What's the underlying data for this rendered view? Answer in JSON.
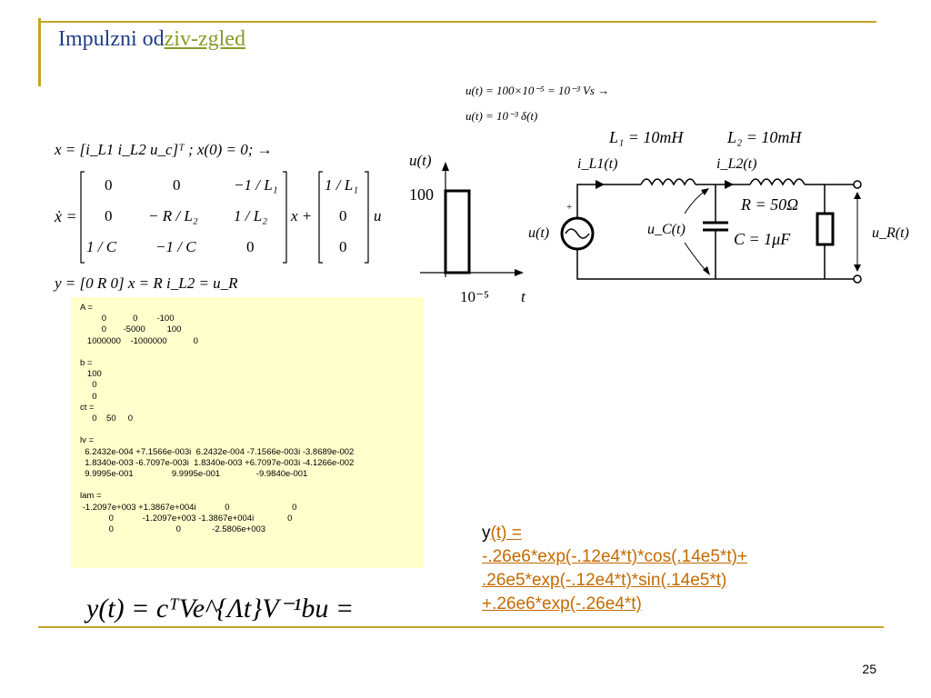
{
  "slide": {
    "title_plain": "Impulzni od",
    "title_link": "ziv-zgled",
    "page_number": "25"
  },
  "equations": {
    "top_line1": "u(t) = 100×10⁻⁵ = 10⁻³ Vs →",
    "top_line2": "u(t) = 10⁻³ δ(t)",
    "state_vector": "x = [i_L1   i_L2   u_c]ᵀ ; x(0) = 0;   →",
    "xdot_label": "ẋ =",
    "output_eq": "y = [0   R   0] x = R i_L2 = u_R",
    "final_eq": "y(t) = cᵀVe^{Λt}V⁻¹bu ="
  },
  "matrix_A": [
    [
      "0",
      "0",
      "−1 / L₁"
    ],
    [
      "0",
      "− R / L₂",
      "1 / L₂"
    ],
    [
      "1 / C",
      "−1 / C",
      "0"
    ]
  ],
  "vector_b": [
    "1 / L₁",
    "0",
    "0"
  ],
  "pulse_plot": {
    "ylabel": "u(t)",
    "amplitude": "100",
    "duration": "10⁻⁵",
    "xlabel": "t"
  },
  "circuit": {
    "L1": "L₁ = 10mH",
    "L2": "L₂ = 10mH",
    "R": "R = 50Ω",
    "C": "C = 1μF",
    "iL1": "i_L1(t)",
    "iL2": "i_L2(t)",
    "uC": "u_C(t)",
    "ut": "u(t)",
    "uR": "u_R(t)",
    "plus": "+"
  },
  "matlab_output": "A =\n         0           0        -100\n         0       -5000         100\n   1000000    -1000000           0\n\nb =\n   100\n     0\n     0\nct =\n     0    50     0\n\nlv =\n  6.2432e-004 +7.1566e-003i  6.2432e-004 -7.1566e-003i -3.8689e-002\n  1.8340e-003 -6.7097e-003i  1.8340e-003 +6.7097e-003i -4.1266e-002\n  9.9995e-001                9.9995e-001               -9.9840e-001\n\nlam =\n -1.2097e+003 +1.3867e+004i            0                          0\n            0            -1.2097e+003 -1.3867e+004i              0\n            0                          0             -2.5806e+003",
  "result": {
    "y": "y",
    "line1": "(t) =",
    "line2": "-.26e6*exp(-.12e4*t)*cos(.14e5*t)+",
    "line3": " .26e5*exp(-.12e4*t)*sin(.14e5*t)",
    "line4": "+.26e6*exp(-.26e4*t)"
  },
  "colors": {
    "frame": "#c9a227",
    "title": "#1f3c88",
    "title_link": "#8a9a2a",
    "matlab_bg": "#ffffcc",
    "result_text": "#c46a00"
  }
}
